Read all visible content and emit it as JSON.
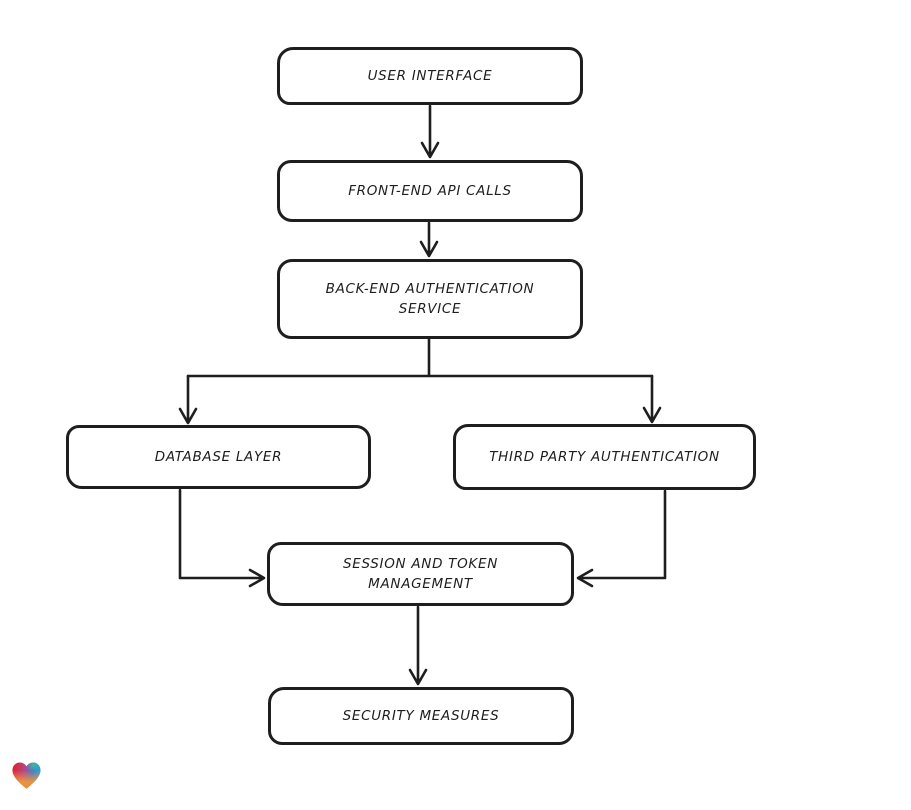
{
  "diagram": {
    "type": "flowchart",
    "style": "hand-drawn",
    "background_color": "#ffffff",
    "stroke_color": "#1e1e1e",
    "nodes": [
      {
        "id": "user-interface",
        "label": "USER INTERFACE"
      },
      {
        "id": "front-end-api-calls",
        "label": "FRONT-END API CALLS"
      },
      {
        "id": "back-end-authentication-service",
        "label": "BACK-END AUTHENTICATION SERVICE"
      },
      {
        "id": "database-layer",
        "label": "DATABASE LAYER"
      },
      {
        "id": "third-party-authentication",
        "label": "THIRD PARTY AUTHENTICATION"
      },
      {
        "id": "session-and-token-management",
        "label": "SESSION AND TOKEN MANAGEMENT"
      },
      {
        "id": "security-measures",
        "label": "SECURITY MEASURES"
      }
    ],
    "edges": [
      {
        "from": "user-interface",
        "to": "front-end-api-calls",
        "arrow": "down"
      },
      {
        "from": "front-end-api-calls",
        "to": "back-end-authentication-service",
        "arrow": "down"
      },
      {
        "from": "back-end-authentication-service",
        "to": "database-layer",
        "arrow": "down"
      },
      {
        "from": "back-end-authentication-service",
        "to": "third-party-authentication",
        "arrow": "down"
      },
      {
        "from": "database-layer",
        "to": "session-and-token-management",
        "arrow": "right"
      },
      {
        "from": "third-party-authentication",
        "to": "session-and-token-management",
        "arrow": "left"
      },
      {
        "from": "session-and-token-management",
        "to": "security-measures",
        "arrow": "down"
      }
    ]
  },
  "watermark": {
    "icon": "heart-icon",
    "colors": [
      "#e51f28",
      "#3bbf9a",
      "#3a7bd5",
      "#f2953c"
    ]
  }
}
